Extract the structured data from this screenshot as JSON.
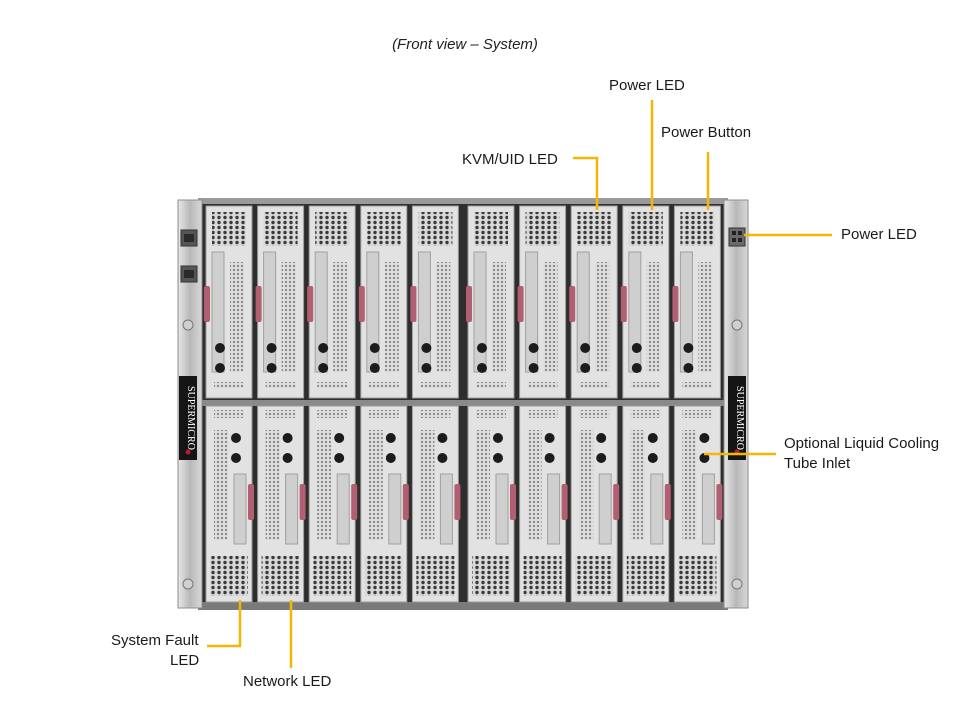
{
  "caption": "(Front view – System)",
  "brand": "SUPERMICRO",
  "callouts": {
    "power_led_top": "Power LED",
    "power_button": "Power Button",
    "kvm_uid_led": "KVM/UID LED",
    "power_led_right": "Power LED",
    "liquid_cooling_line1": "Optional Liquid Cooling",
    "liquid_cooling_line2": "Tube Inlet",
    "system_fault_line1": "System Fault",
    "system_fault_line2": "LED",
    "network_led": "Network LED"
  },
  "colors": {
    "leader": "#f2b705",
    "chassis": "#c8c8c8",
    "blade": "#e2e2e2",
    "latch": "#b06070",
    "dark": "#1c1c1c"
  },
  "blades": {
    "columns": 10,
    "rows": 2
  }
}
